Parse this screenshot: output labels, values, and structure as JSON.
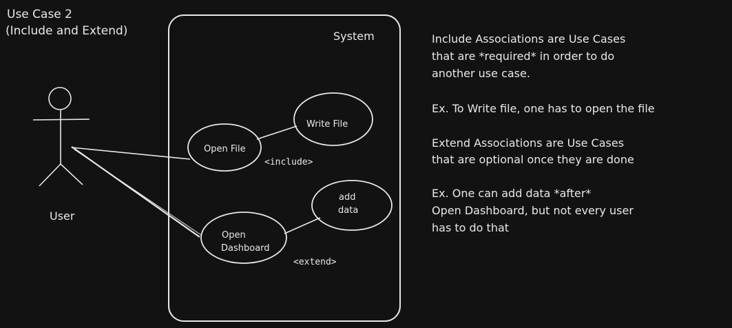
{
  "title": {
    "line1": "Use Case 2",
    "line2": "(Include and Extend)"
  },
  "system": {
    "label": "System"
  },
  "actor": {
    "label": "User"
  },
  "use_cases": {
    "open_file": "Open File",
    "write_file": "Write File",
    "open_dashboard_line1": "Open",
    "open_dashboard_line2": "Dashboard",
    "add_data_line1": "add",
    "add_data_line2": "data"
  },
  "relations": {
    "include": "<include>",
    "extend": "<extend>"
  },
  "notes": {
    "include_line1": "Include Associations are Use Cases",
    "include_line2": "that are *required* in order to do",
    "include_line3": "another use case.",
    "include_example": "Ex. To Write file, one has to open the file",
    "extend_line1": "Extend Associations are Use Cases",
    "extend_line2": "that are optional once they are done",
    "extend_example_line1": "Ex. One can add data *after*",
    "extend_example_line2": "Open Dashboard, but not every user",
    "extend_example_line3": "has to do that"
  },
  "colors": {
    "background": "#121212",
    "stroke": "#e8e8e8"
  },
  "icons": {
    "actor": "stick-figure-icon"
  }
}
